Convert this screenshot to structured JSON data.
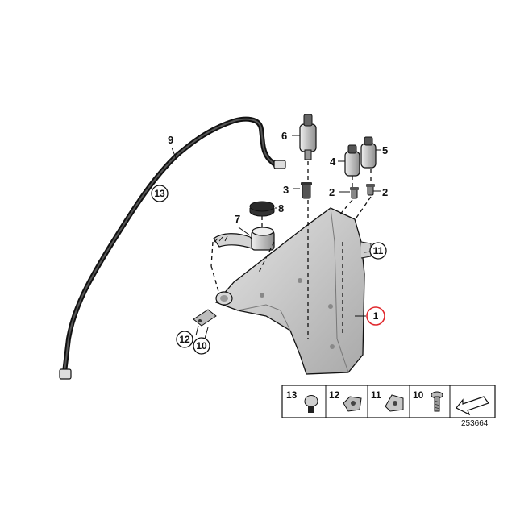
{
  "callouts": {
    "c1": "1",
    "c2a": "2",
    "c2b": "2",
    "c3": "3",
    "c4": "4",
    "c5": "5",
    "c6": "6",
    "c7": "7",
    "c8": "8",
    "c9": "9",
    "c10": "10",
    "c11": "11",
    "c12": "12",
    "c13": "13"
  },
  "legend": {
    "items": [
      "13",
      "12",
      "11",
      "10"
    ]
  },
  "reference_number": "253664",
  "colors": {
    "highlight_circle": "#e0262b",
    "tank_fill": "#c9c9c9",
    "line": "#111111"
  }
}
